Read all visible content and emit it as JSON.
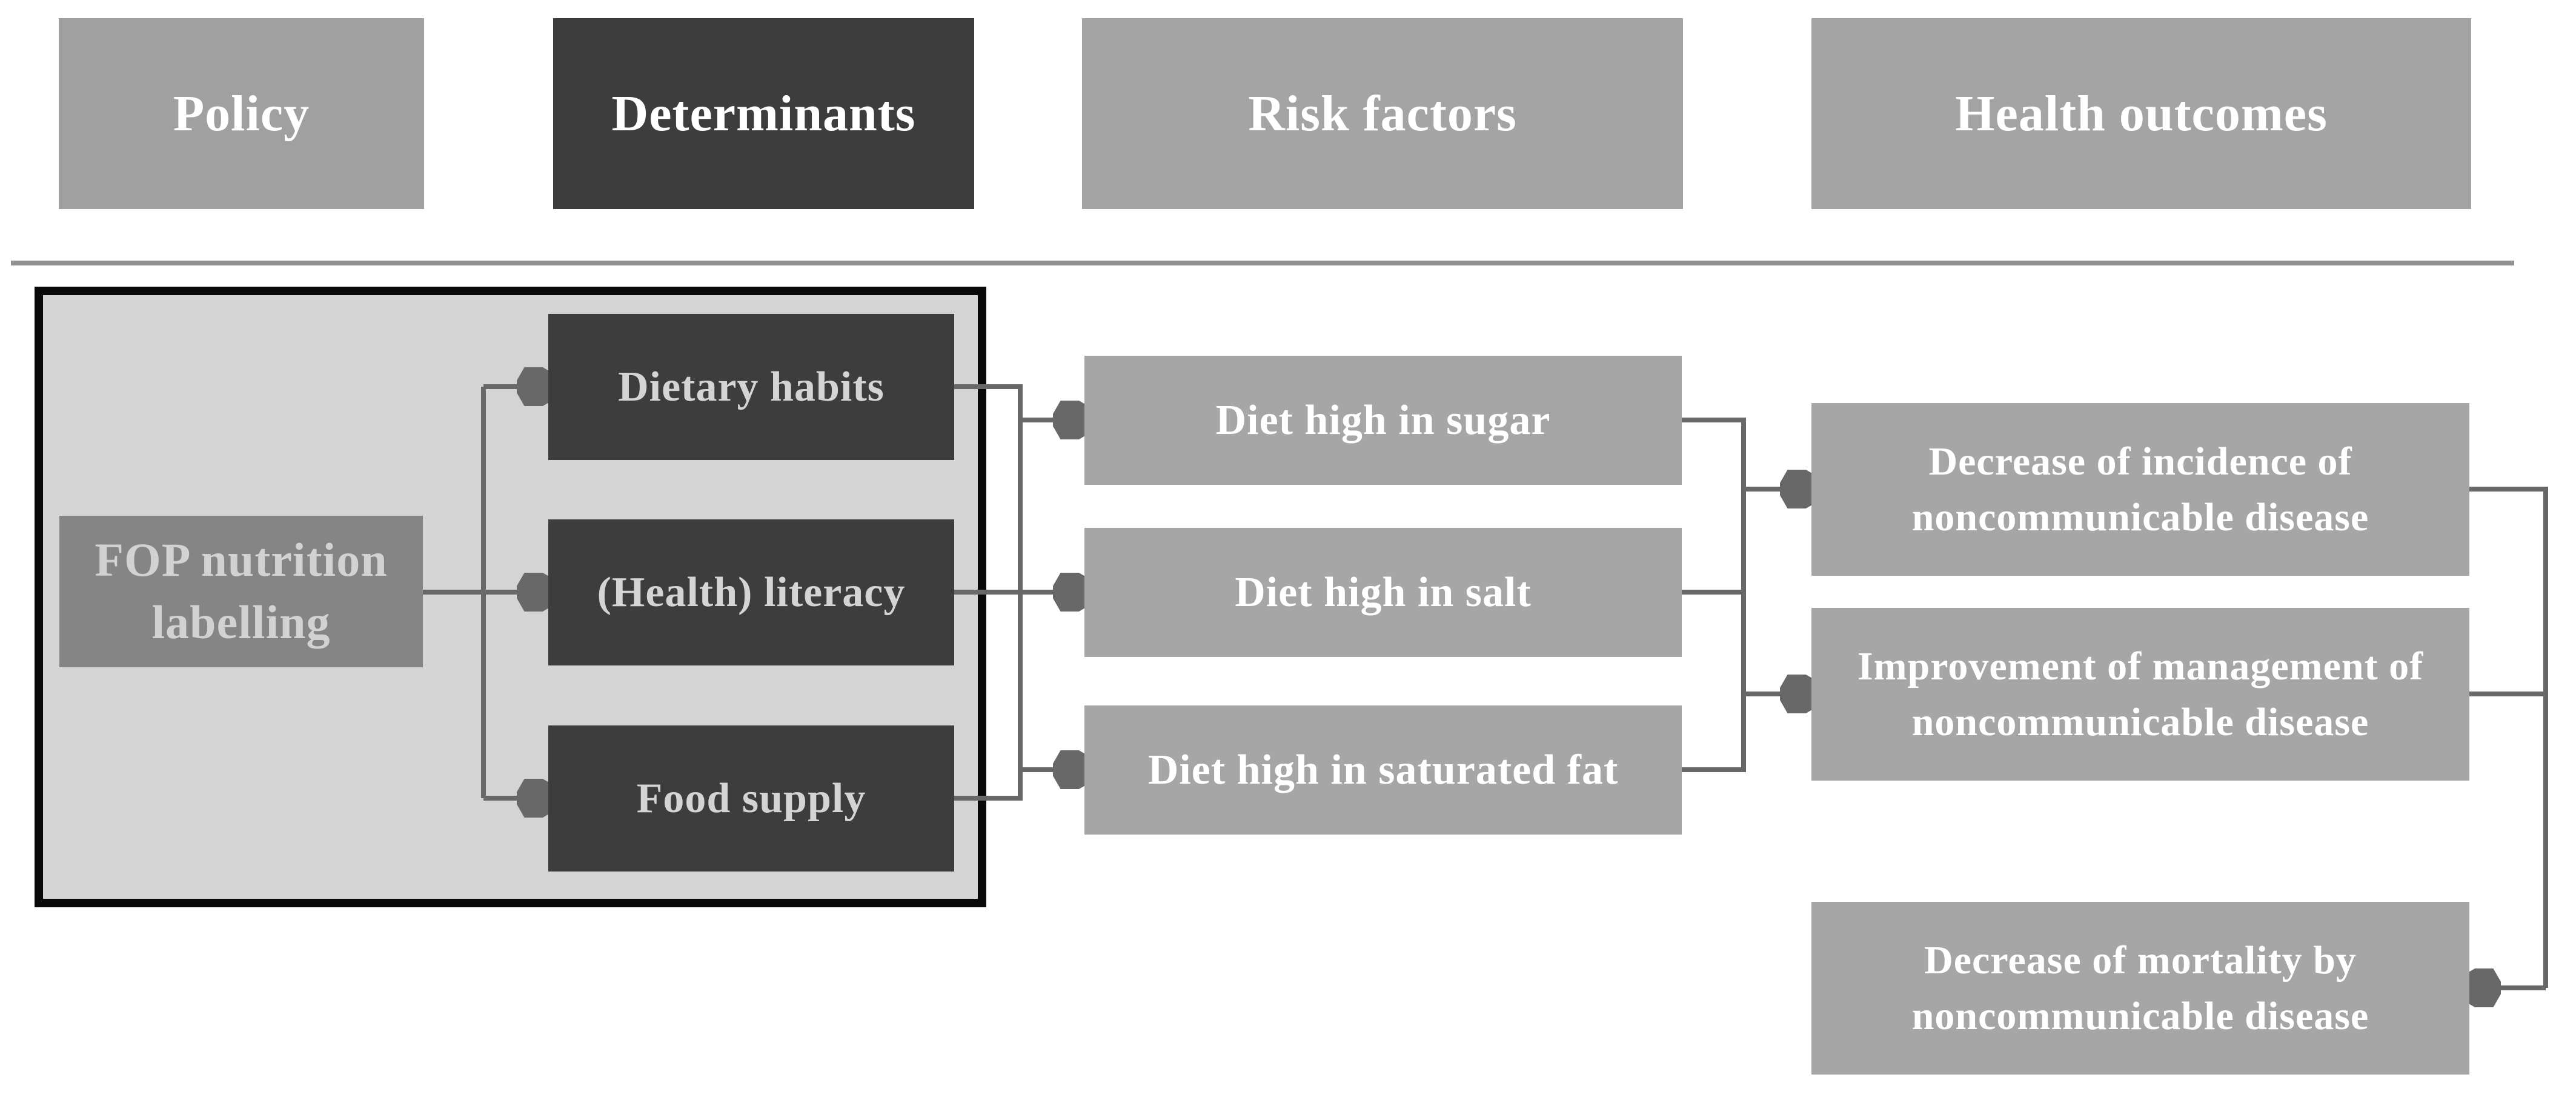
{
  "colors": {
    "header_gray": "#a0a0a0",
    "dark_box": "#3d3d3d",
    "content_box_gray": "#a6a6a6",
    "fop_box": "#858585",
    "panel_fill": "#d4d4d4",
    "panel_border": "#0a0a0a",
    "connector": "#686868",
    "divider": "#909090",
    "text_white": "#ffffff",
    "text_light_gray": "#d2d2d2"
  },
  "headers": {
    "policy": "Policy",
    "determinants": "Determinants",
    "risk_factors": "Risk factors",
    "health_outcomes": "Health outcomes"
  },
  "policy": {
    "fop_label": "FOP nutrition labelling"
  },
  "determinants": [
    "Dietary habits",
    "(Health) literacy",
    "Food supply"
  ],
  "risk_factors": [
    "Diet high in sugar",
    "Diet high in salt",
    "Diet high in saturated fat"
  ],
  "health_outcomes": [
    "Decrease of incidence of noncommunicable disease",
    "Improvement of management of noncommunicable disease",
    "Decrease of mortality by noncommunicable disease"
  ]
}
